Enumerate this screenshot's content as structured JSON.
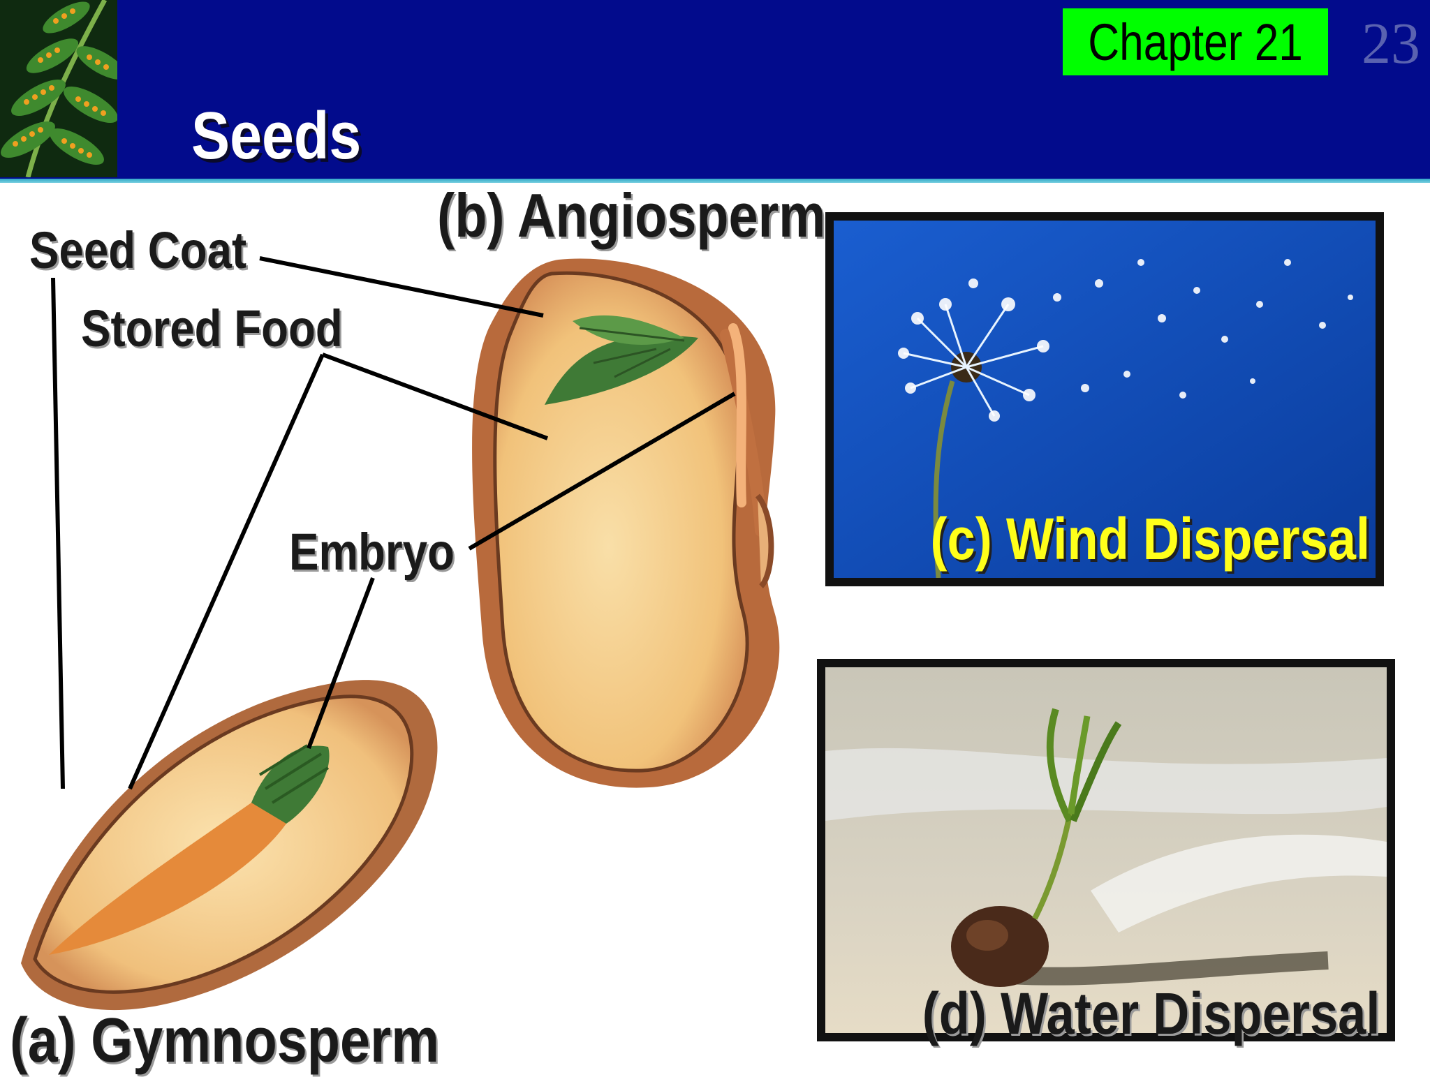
{
  "slide": {
    "title": "Seeds",
    "chapter": "Chapter 21",
    "page_number": "23"
  },
  "diagram": {
    "labels": {
      "seed_coat": "Seed Coat",
      "stored_food": "Stored Food",
      "embryo": "Embryo"
    },
    "angiosperm_label": "(b) Angiosperm",
    "gymnosperm_label": "(a) Gymnosperm"
  },
  "photos": {
    "wind": {
      "caption": "(c) Wind Dispersal"
    },
    "water": {
      "caption": "(d) Water Dispersal"
    }
  },
  "colors": {
    "header_bg": "#020b8c",
    "chapter_badge": "#00ff00",
    "caption_yellow": "#ffff1a"
  }
}
